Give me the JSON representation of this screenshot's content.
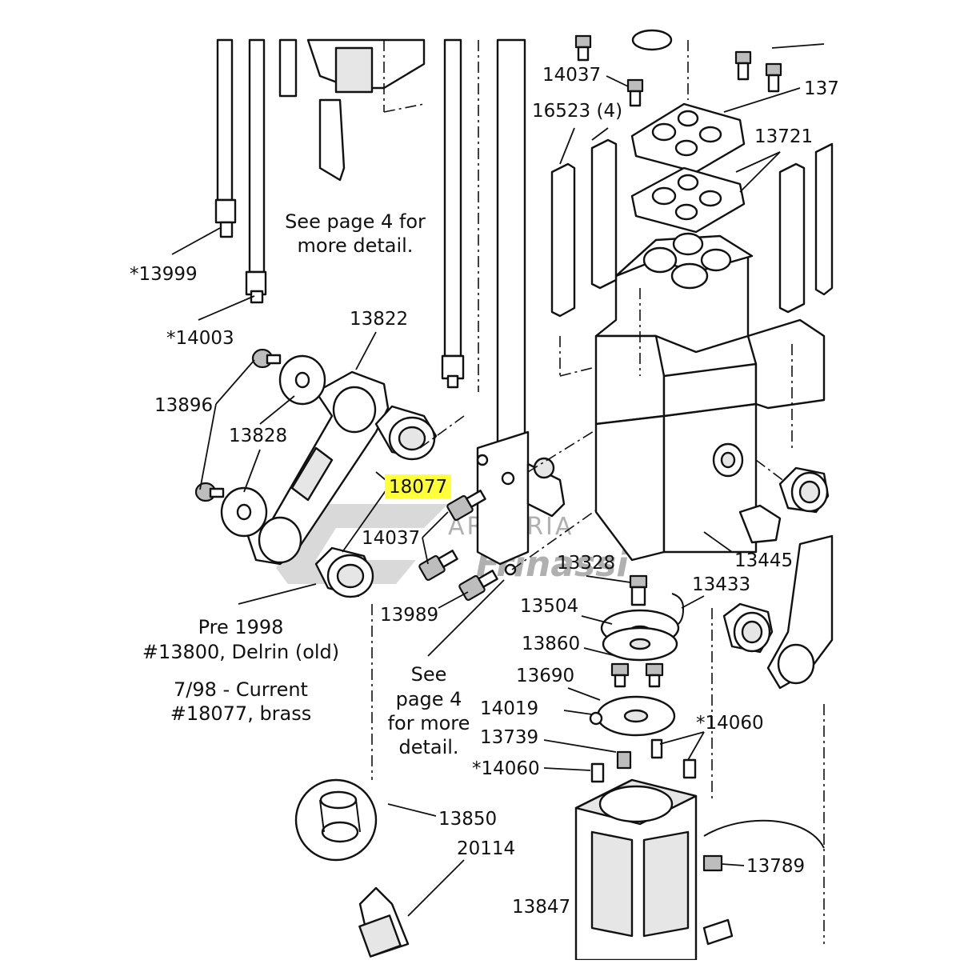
{
  "labels": {
    "l13999": "*13999",
    "l14003": "*14003",
    "l13822": "13822",
    "l13896": "13896",
    "l13828": "13828",
    "l18077": "18077",
    "l14037a": "14037",
    "l14037b": "14037",
    "l13989": "13989",
    "l16523": "16523 (4)",
    "l13721": "13721",
    "l137x": "137",
    "l13328": "13328",
    "l13433": "13433",
    "l13504": "13504",
    "l13860": "13860",
    "l13690": "13690",
    "l14019": "14019",
    "l13739": "13739",
    "l14060a": "*14060",
    "l14060b": "*14060",
    "l13445": "13445",
    "l13850": "13850",
    "l20114": "20114",
    "l13789": "13789",
    "l13847": "13847"
  },
  "notes": {
    "see_page4_top_1": "See page 4 for",
    "see_page4_top_2": "more detail.",
    "pre1998_1": "Pre 1998",
    "pre1998_2": "#13800, Delrin (old)",
    "current_1": "7/98 - Current",
    "current_2": "#18077, brass",
    "see_page4_mid_1": "See",
    "see_page4_mid_2": "page 4",
    "see_page4_mid_3": "for more",
    "see_page4_mid_4": "detail."
  },
  "watermark": {
    "line1": "ARMERIA",
    "line2": "Frinassi"
  },
  "colors": {
    "highlight": "#ffff3c",
    "line": "#111111",
    "shade": "#bdbdbd"
  }
}
